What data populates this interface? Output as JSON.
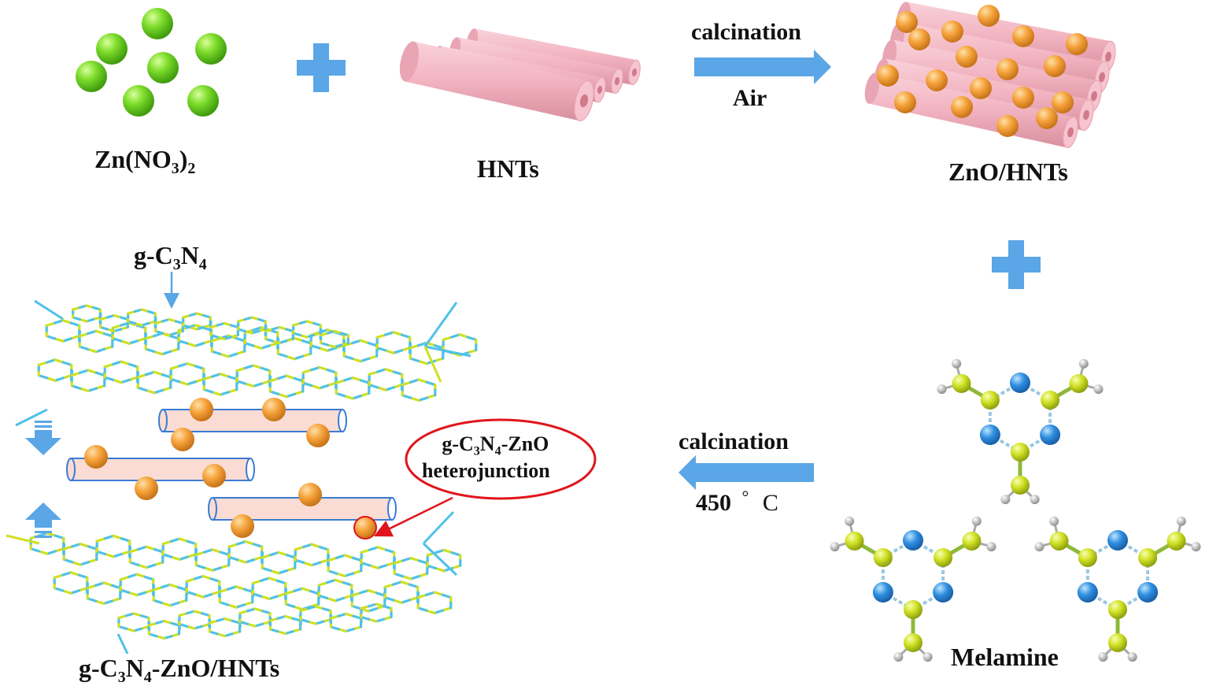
{
  "labels": {
    "zn_nitrate": {
      "main": "Zn(NO",
      "sub1": "3",
      "mid": ")",
      "sub2": "2"
    },
    "hnts": "HNTs",
    "calcination_top": "calcination",
    "air": "Air",
    "zno_hnts": "ZnO/HNTs",
    "gc3n4": {
      "a": "g-C",
      "s1": "3",
      "b": "N",
      "s2": "4"
    },
    "heterojunction": {
      "a": "g-C",
      "s1": "3",
      "b": "N",
      "s2": "4",
      "c": "-ZnO",
      "line2": "heterojunction"
    },
    "calcination_bottom": "calcination",
    "temperature": {
      "value": "450",
      "unit_deg": "°",
      "unit_c": "C"
    },
    "melamine": "Melamine",
    "product": {
      "a": "g-C",
      "s1": "3",
      "b": "N",
      "s2": "4",
      "c": "-ZnO/HNTs"
    }
  },
  "colors": {
    "zn_sphere": "#7ddc2b",
    "hnt_tube": "#f2b3c0",
    "zno_sphere": "#f5a23a",
    "arrow_blue": "#5aa6e6",
    "bond_yellow": "#cfe023",
    "bond_blue": "#4fc1e9",
    "highlight_red": "#e0151c"
  }
}
